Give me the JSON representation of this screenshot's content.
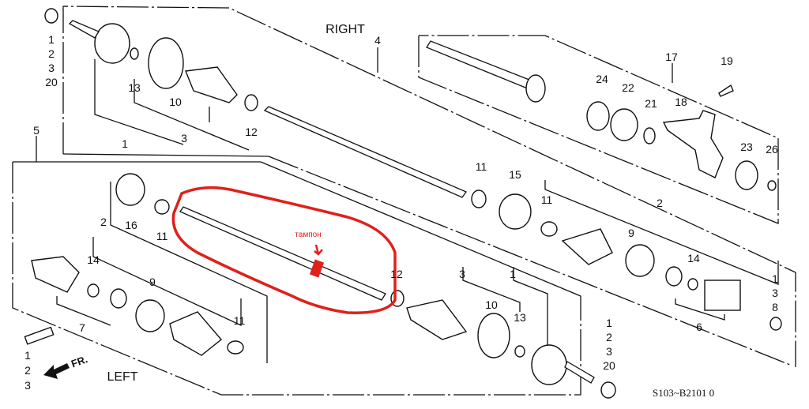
{
  "title": "Driveshaft parts diagram",
  "side_labels": {
    "right": "RIGHT",
    "left": "LEFT",
    "front_arrow": "FR."
  },
  "annotation": {
    "text": "тампон",
    "color": "#e0201a"
  },
  "reference_code": "S103~B2101 0",
  "callouts": {
    "top_left_nut": [
      "1",
      "2",
      "3",
      "20"
    ],
    "right_assembly": "4",
    "right_13": "13",
    "right_10": "10",
    "right_3": "3",
    "right_1": "1",
    "right_12": "12",
    "left_assembly": "5",
    "r17": "17",
    "r19": "19",
    "r24": "24",
    "r22": "22",
    "r21": "21",
    "r18": "18",
    "r23": "23",
    "r26": "26",
    "r11a": "11",
    "r15": "15",
    "r11b": "11",
    "r2": "2",
    "l16": "16",
    "l11a": "11",
    "l2": "2",
    "l14": "14",
    "l9": "9",
    "l7": "7",
    "l11b": "11",
    "grease": [
      "1",
      "2",
      "3"
    ],
    "l12": "12",
    "m3": "3",
    "m1": "1",
    "m10": "10",
    "m13": "13",
    "r9": "9",
    "r14": "14",
    "r6": "6",
    "r138": [
      "1",
      "3",
      "8"
    ],
    "bottom_nut": [
      "1",
      "2",
      "3",
      "20"
    ]
  }
}
